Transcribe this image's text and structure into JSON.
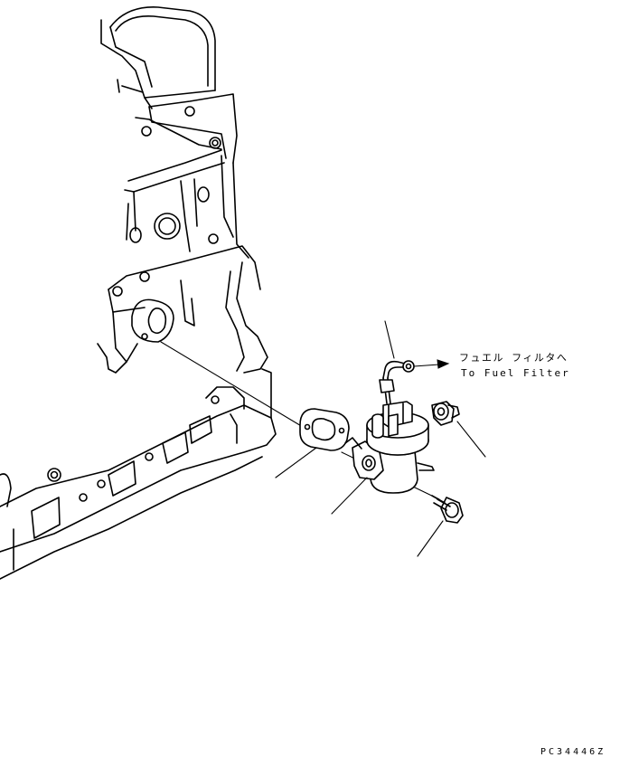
{
  "labels": {
    "jp_dest": "フュエル フィルタへ",
    "en_dest": "To Fuel Filter",
    "drawing_no": "PC34446Z"
  }
}
